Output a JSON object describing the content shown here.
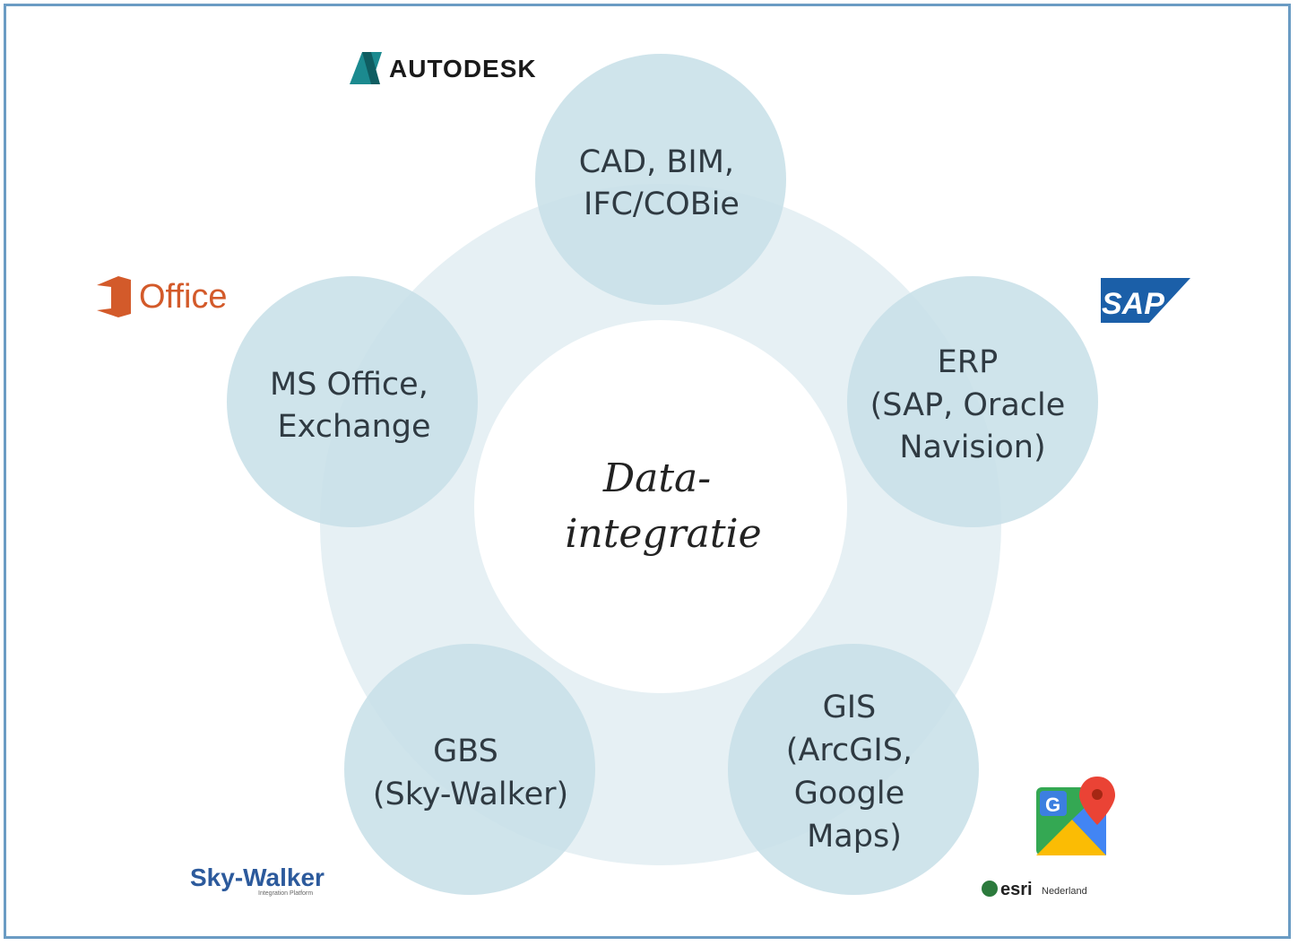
{
  "diagram": {
    "center": {
      "line1": "Data-",
      "line2": "integratie"
    },
    "nodes": [
      {
        "id": "cad",
        "lines": [
          "CAD, BIM,",
          "IFC/COBie"
        ]
      },
      {
        "id": "erp",
        "lines": [
          "ERP",
          "(SAP, Oracle",
          "Navision)"
        ]
      },
      {
        "id": "gis",
        "lines": [
          "GIS",
          "(ArcGIS,",
          "Google",
          "Maps)"
        ]
      },
      {
        "id": "gbs",
        "lines": [
          "GBS",
          "(Sky-Walker)"
        ]
      },
      {
        "id": "office",
        "lines": [
          "MS Office,",
          "Exchange"
        ]
      }
    ]
  },
  "logos": {
    "autodesk": "AUTODESK",
    "office": "Office",
    "sap": "SAP",
    "skywalker": "Sky-Walker",
    "skywalker_sub": "Integration Platform",
    "esri": "esri",
    "esri_sub": "Nederland",
    "google_maps_letter": "G"
  },
  "colors": {
    "ring": "#e6f0f4",
    "node_fill": "#c7dfe8",
    "center_fill": "#ffffff",
    "frame_border": "#6b9cc4",
    "office_orange": "#d35a2a",
    "sap_blue": "#1b5fa8",
    "skywalker_blue": "#2c5a9c",
    "autodesk_teal": "#1b8a8f"
  }
}
